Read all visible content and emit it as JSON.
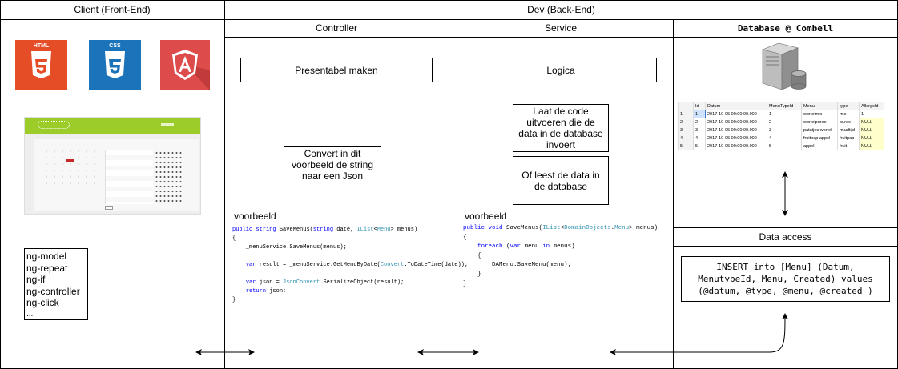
{
  "headers": {
    "client": "Client (Front-End)",
    "dev": "Dev (Back-End)",
    "controller": "Controller",
    "service": "Service",
    "database": "Database @ Combell",
    "data_access": "Data access"
  },
  "logos": {
    "html5_text": "HTML",
    "html5_num": "5",
    "css3_text": "CSS",
    "css3_num": "3",
    "angular_letter": "A",
    "html5_color": "#e44d26",
    "css3_color": "#1b73ba",
    "angular_color": "#dd4b4b"
  },
  "angular_directives": [
    "ng-model",
    "ng-repeat",
    "ng-if",
    "ng-controller",
    "ng-click",
    "..."
  ],
  "controller": {
    "box_title": "Presentabel maken",
    "note": "Convert  in dit voorbeeld de string naar een Json",
    "example_label": "voorbeeld"
  },
  "service": {
    "box_title": "Logica",
    "note1": "Laat de code uitvoeren die de data in de database invoert",
    "note2": "Of leest de data in de database",
    "example_label": "voorbeeld"
  },
  "data_access": {
    "sql": "INSERT into [Menu] (Datum, MenutypeId, Menu, Created) values (@datum, @type, @menu, @created )"
  },
  "db_table": {
    "columns": [
      "",
      "Id",
      "Datum",
      "MenuTypeId",
      "Menu",
      "type",
      "Allergeld"
    ],
    "rows": [
      [
        "1",
        "1",
        "2017-10-05 00:00:00.000",
        "1",
        "wortelmix",
        "mix",
        "1"
      ],
      [
        "2",
        "2",
        "2017-10-05 00:00:00.000",
        "2",
        "wortelpuree",
        "puree",
        "NULL"
      ],
      [
        "3",
        "3",
        "2017-10-05 00:00:00.000",
        "3",
        "patatjes wortel",
        "maaltijd",
        "NULL"
      ],
      [
        "4",
        "4",
        "2017-10-05 00:00:00.000",
        "4",
        "fruitpap appel",
        "fruitpap",
        "NULL"
      ],
      [
        "5",
        "5",
        "2017-10-05 00:00:00.000",
        "5",
        "appel",
        "fruit",
        "NULL"
      ]
    ]
  }
}
